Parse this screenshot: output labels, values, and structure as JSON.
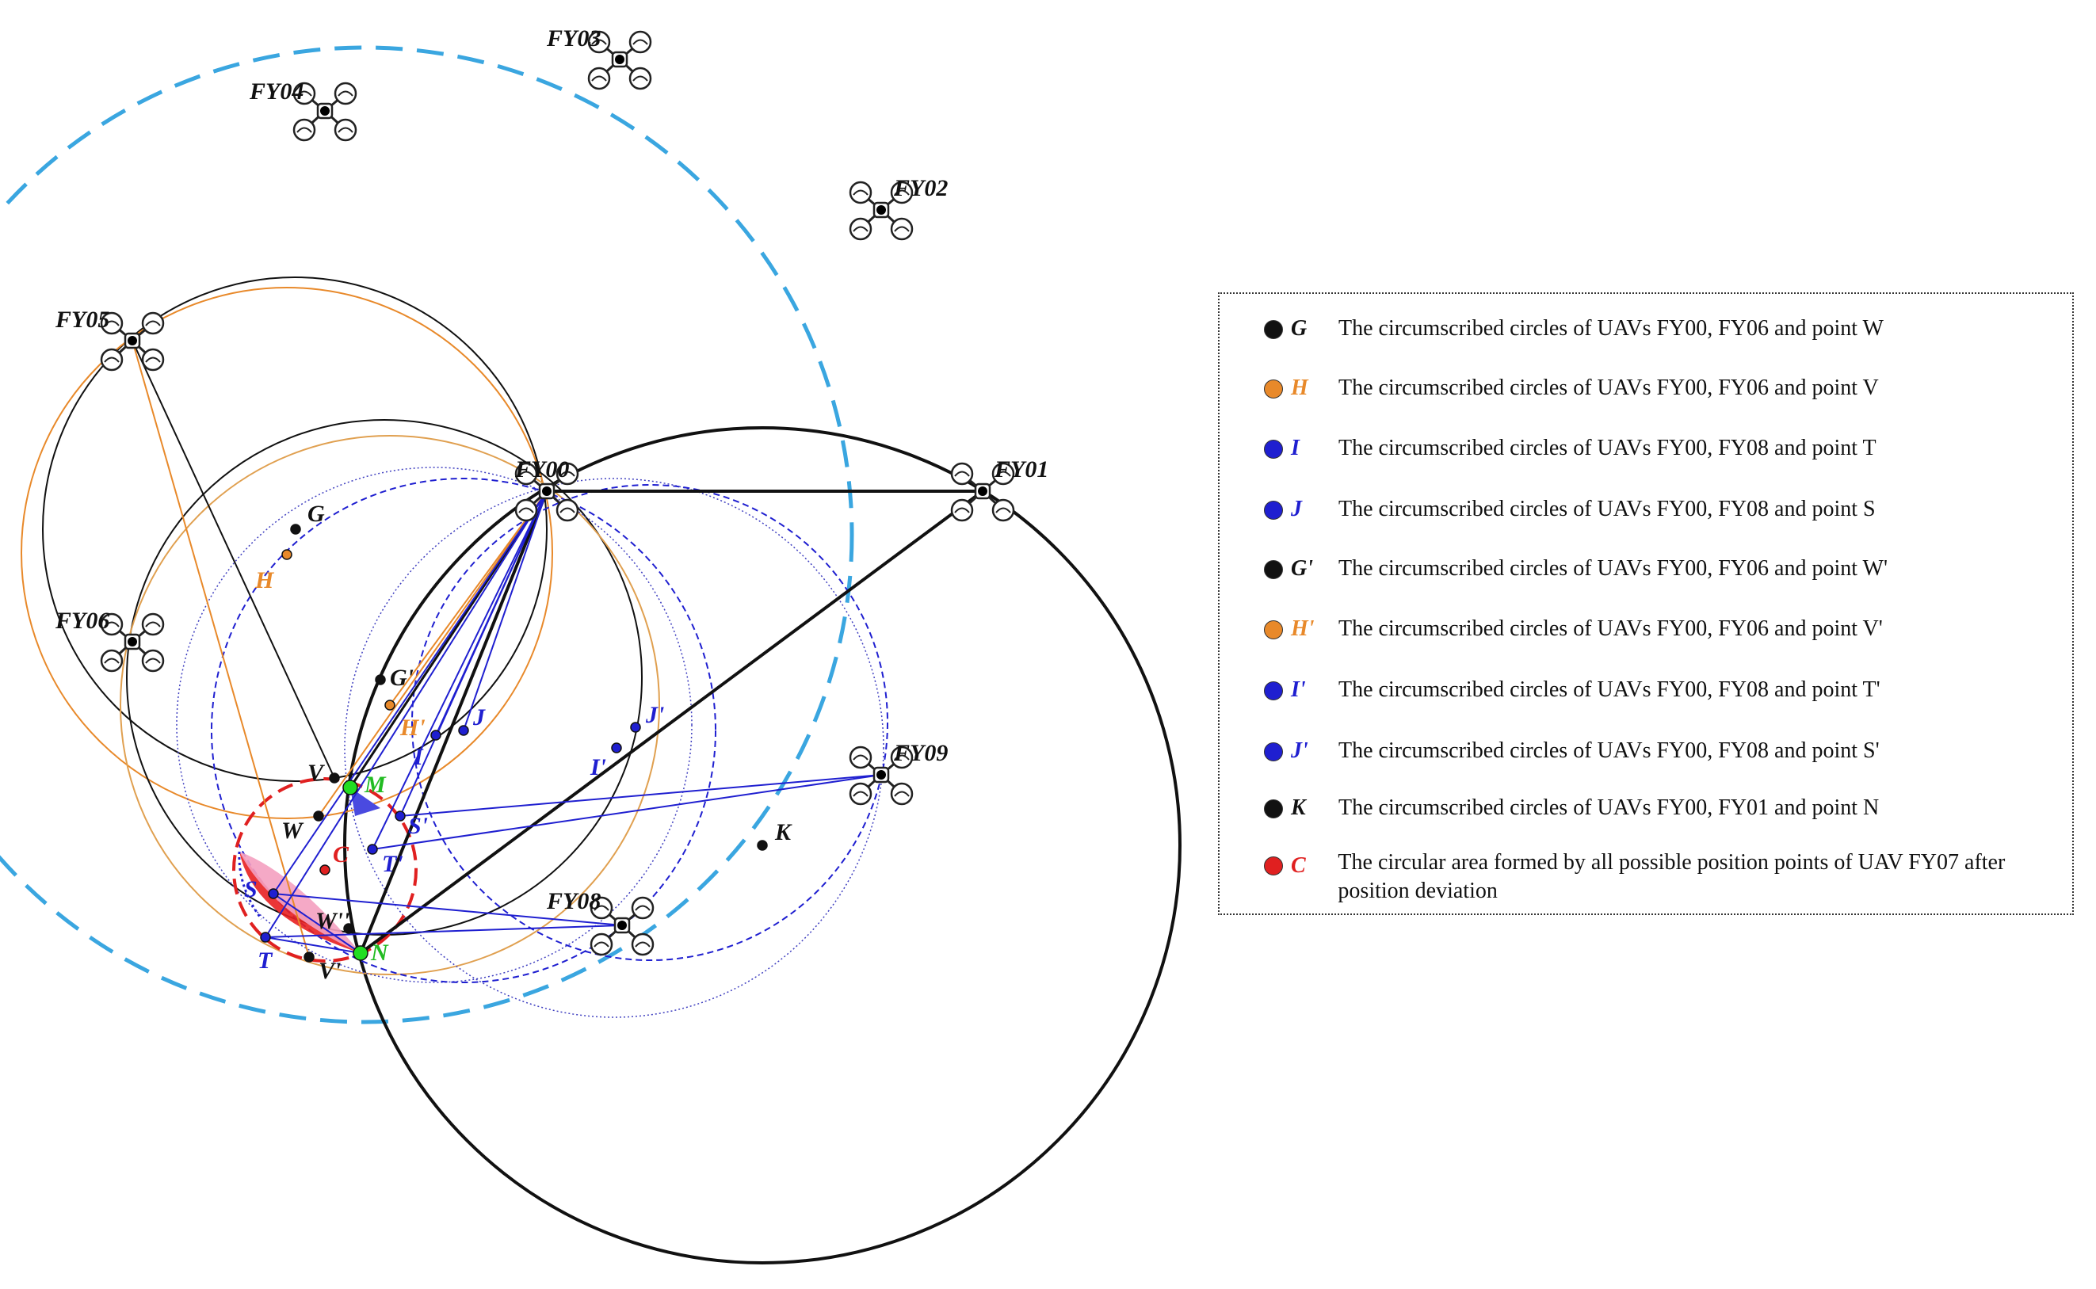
{
  "uavs": [
    {
      "id": "FY00",
      "label": "FY00"
    },
    {
      "id": "FY01",
      "label": "FY01"
    },
    {
      "id": "FY02",
      "label": "FY02"
    },
    {
      "id": "FY03",
      "label": "FY03"
    },
    {
      "id": "FY04",
      "label": "FY04"
    },
    {
      "id": "FY05",
      "label": "FY05"
    },
    {
      "id": "FY06",
      "label": "FY06"
    },
    {
      "id": "FY08",
      "label": "FY08"
    },
    {
      "id": "FY09",
      "label": "FY09"
    }
  ],
  "points": {
    "G": "G",
    "H": "H",
    "Gp": "G'",
    "Hp": "H'",
    "I": "I",
    "J": "J",
    "Ip": "I'",
    "Jp": "J'",
    "K": "K",
    "M": "M",
    "N": "N",
    "V": "V",
    "W": "W",
    "Wpp": "W''",
    "Vp": "V'",
    "C": "C",
    "S": "S",
    "Sp": "S'",
    "T": "T",
    "Tp": "T'"
  },
  "colors": {
    "black": "#111111",
    "orange": "#e8892a",
    "blue": "#1f1fd0",
    "red": "#e02020",
    "green": "#22dd22",
    "swarm_circle": "#3aa6e0",
    "light_orange_circle": "#e0a050"
  },
  "legend": [
    {
      "sym": "G",
      "color": "#111111",
      "text": "The circumscribed circles of UAVs FY00, FY06 and point W"
    },
    {
      "sym": "H",
      "color": "#e8892a",
      "text": "The circumscribed circles of UAVs FY00, FY06 and point V"
    },
    {
      "sym": "I",
      "color": "#1f1fd0",
      "text": "The circumscribed circles of UAVs FY00, FY08 and point T"
    },
    {
      "sym": "J",
      "color": "#1f1fd0",
      "text": "The circumscribed circles of UAVs FY00, FY08 and point S"
    },
    {
      "sym": "G'",
      "color": "#111111",
      "text": "The circumscribed circles of UAVs FY00, FY06 and point W'"
    },
    {
      "sym": "H'",
      "color": "#e8892a",
      "text": "The circumscribed circles of UAVs FY00, FY06 and point V'"
    },
    {
      "sym": "I'",
      "color": "#1f1fd0",
      "text": "The circumscribed circles of UAVs FY00, FY08 and point T'"
    },
    {
      "sym": "J'",
      "color": "#1f1fd0",
      "text": "The circumscribed circles of UAVs FY00, FY08 and point S'"
    },
    {
      "sym": "K",
      "color": "#111111",
      "text": "The circumscribed circles of UAVs FY00, FY01 and point N"
    },
    {
      "sym": "C",
      "color": "#e02020",
      "text": "The circular area formed by all possible position points of UAV FY07 after position deviation"
    }
  ]
}
